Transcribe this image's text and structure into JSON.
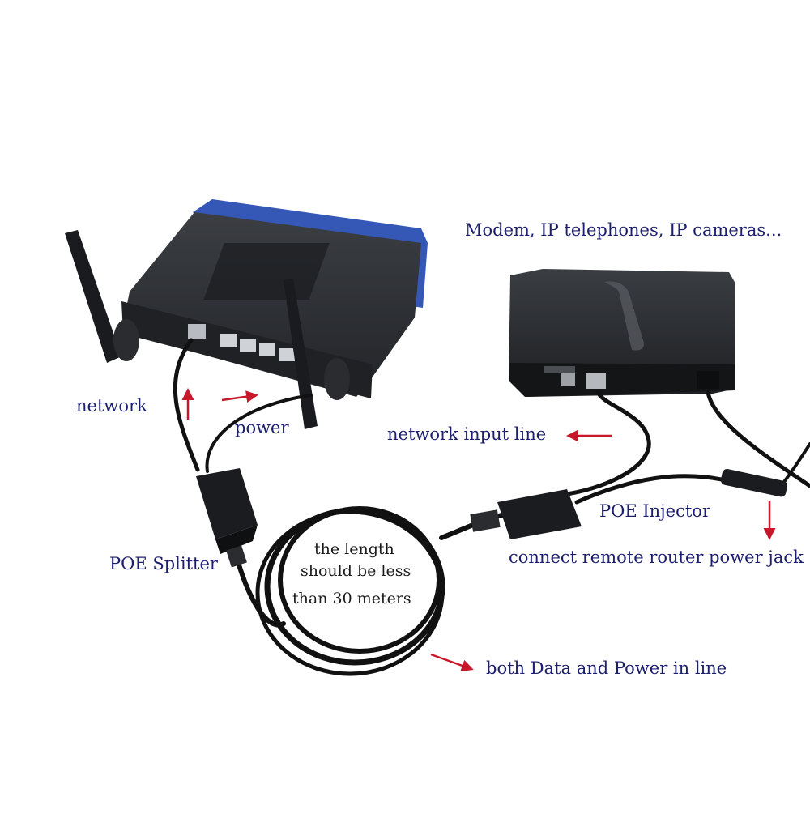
{
  "labels": {
    "top_caption": "Modem, IP telephones, IP cameras...",
    "network": "network",
    "power": "power",
    "network_input_line": "network input line",
    "poe_injector": "POE Injector",
    "connect_remote": "connect remote router power jack",
    "poe_splitter": "POE Splitter",
    "length_line1": "the length",
    "length_line2": "should be less",
    "length_line3": "than 30 meters",
    "both_data_power": "both Data and Power in line"
  },
  "colors": {
    "label_text": "#1c1f6e",
    "arrow": "#c8192b",
    "router_blue": "#3557b5",
    "device_body": "#2b2e33",
    "cable": "#111111"
  }
}
